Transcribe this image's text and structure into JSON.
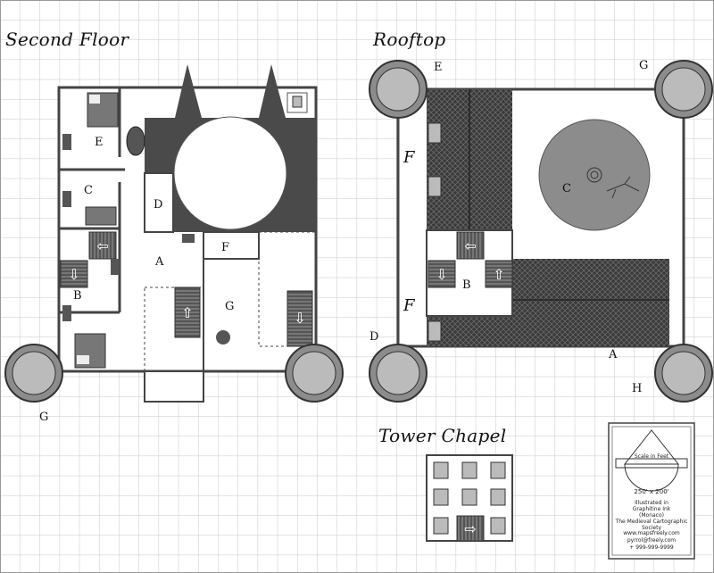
{
  "titles": {
    "second_floor": "Second Floor",
    "rooftop": "Rooftop",
    "tower_chapel": "Tower Chapel"
  },
  "second_floor_labels": {
    "E": "E",
    "C": "C",
    "D": "D",
    "A": "A",
    "B": "B",
    "F": "F",
    "G_room": "G",
    "G_tower": "G"
  },
  "rooftop_labels": {
    "E": "E",
    "G": "G",
    "C": "C",
    "B": "B",
    "D": "D",
    "A": "A",
    "H": "H",
    "F_upper": "F",
    "F_lower": "F"
  },
  "map_key": {
    "scale": "Scale in Feet",
    "dimensions": "250' x 200'",
    "lines": [
      "Illustrated in",
      "Graphitine Ink",
      "(Monaco)",
      "The Medieval Cartographic Society"
    ],
    "footer": [
      "www.mapsfreely.com",
      "pyrrol@freely.com",
      "+ 999-999-9999"
    ]
  },
  "colors": {
    "grid": "#c8c8c8",
    "wall": "#555555",
    "dark_fill": "#4a4a4a",
    "roof_tile": "#3a3a3a",
    "stone_circle": "#8c8c8c",
    "background": "#ffffff"
  }
}
